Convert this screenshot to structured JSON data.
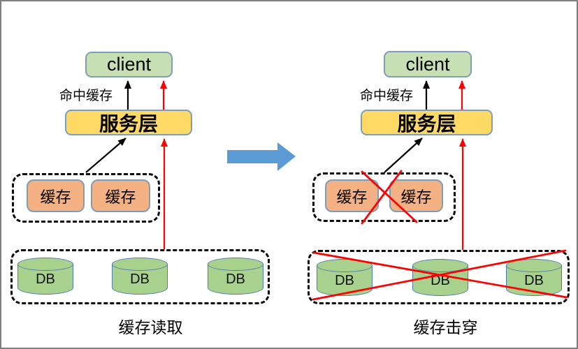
{
  "colors": {
    "frame_border": "#7f7f7f",
    "client_fill": "#c6e0b4",
    "service_fill": "#ffd966",
    "cache_fill": "#f4b183",
    "db_fill": "#a9d18e",
    "box_border": "#7f9cb9",
    "cylinder_border": "#4e7dad",
    "arrow_black": "#000000",
    "arrow_red": "#ff0000",
    "transition_arrow": "#5b9bd5"
  },
  "left": {
    "client_label": "client",
    "hit_cache_label": "命中缓存",
    "service_label": "服务层",
    "cache_labels": [
      "缓存",
      "缓存"
    ],
    "db_labels": [
      "DB",
      "DB",
      "DB"
    ],
    "caption": "缓存读取"
  },
  "right": {
    "client_label": "client",
    "hit_cache_label": "命中缓存",
    "service_label": "服务层",
    "cache_labels": [
      "缓存",
      "缓存"
    ],
    "db_labels": [
      "DB",
      "DB",
      "DB"
    ],
    "caption": "缓存击穿"
  }
}
